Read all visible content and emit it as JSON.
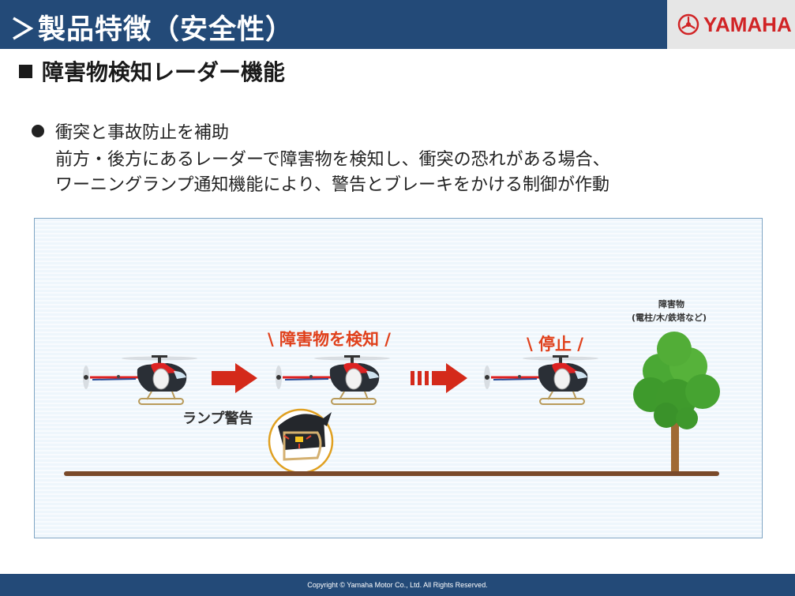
{
  "header": {
    "title": "製品特徴（安全性）",
    "logo_text": "YAMAHA",
    "background_color": "#234a78",
    "logo_color": "#d12426"
  },
  "section": {
    "title": "障害物検知レーダー機能"
  },
  "content": {
    "bullet": "衝突と事故防止を補助",
    "line1": "前方・後方にあるレーダーで障害物を検知し、衝突の恐れがある場合、",
    "line2": "ワーニングランプ通知機能により、警告とブレーキをかける制御が作動"
  },
  "diagram": {
    "detect_label": "\\ 障害物を検知 /",
    "stop_label": "\\ 停止 /",
    "lamp_label": "ランプ警告",
    "obstacle_label": "障害物",
    "obstacle_examples": "(電柱/木/鉄塔など)",
    "accent_color": "#e0401b",
    "tree_color": "#3f9a2c",
    "ground_color": "#7a4a2a"
  },
  "footer": {
    "copyright": "Copyright © Yamaha Motor Co., Ltd.  All Rights Reserved."
  }
}
